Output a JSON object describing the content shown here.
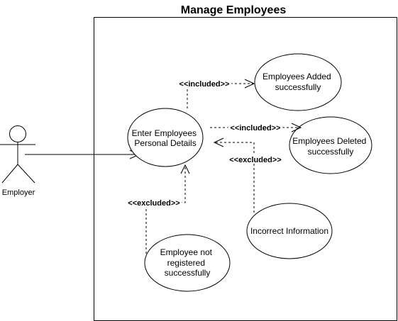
{
  "system": {
    "title": "Manage Employees"
  },
  "actor": {
    "label": "Employer"
  },
  "use_cases": {
    "enter_details": [
      "Enter Employees",
      "Personal Details"
    ],
    "added": [
      "Employees Added",
      "successfully"
    ],
    "deleted": [
      "Employees Deleted",
      "successfully"
    ],
    "incorrect": [
      "Incorrect Information"
    ],
    "not_registered": [
      "Employee not",
      "registered",
      "successfully"
    ]
  },
  "relations": {
    "include_added": "<<included>>",
    "include_deleted": "<<included>>",
    "exclude_incorrect": "<<excluded>>",
    "exclude_not_registered": "<<excluded>>"
  }
}
